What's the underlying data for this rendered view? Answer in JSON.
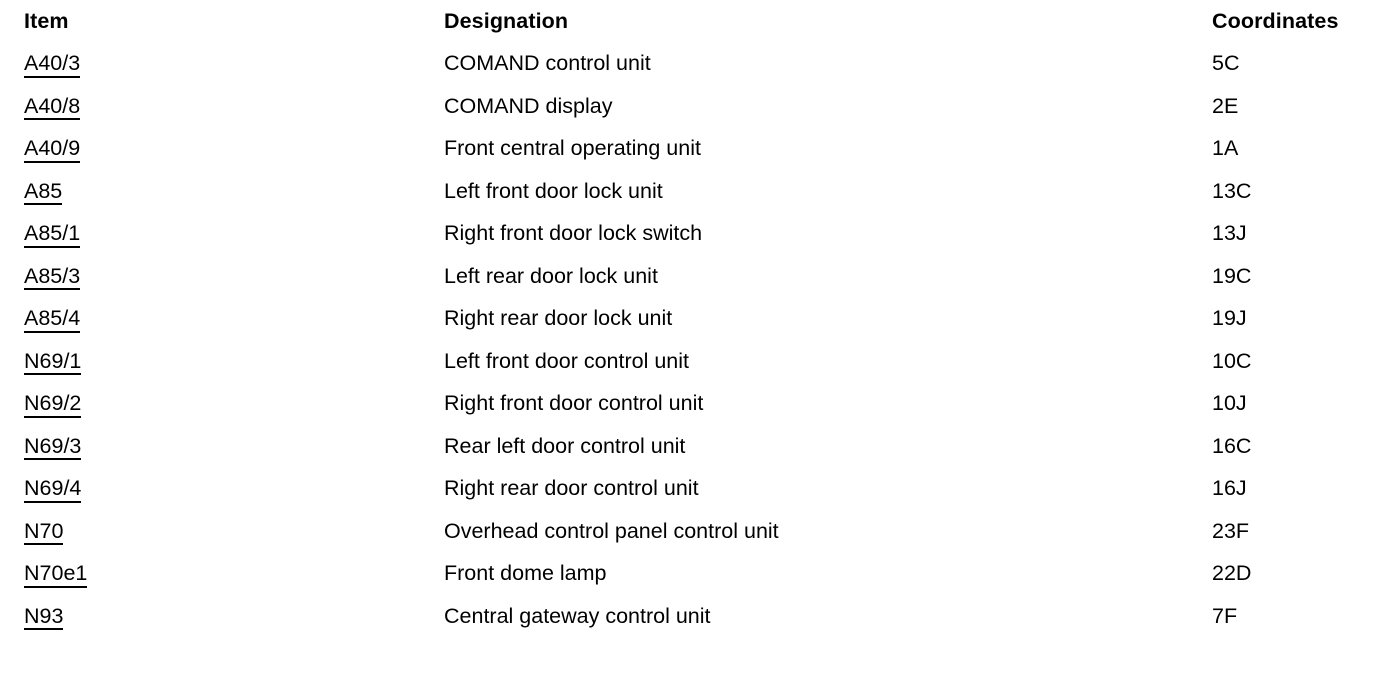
{
  "table": {
    "columns": [
      {
        "key": "item",
        "header": "Item"
      },
      {
        "key": "designation",
        "header": "Designation"
      },
      {
        "key": "coordinates",
        "header": "Coordinates"
      }
    ],
    "headers": {
      "item": "Item",
      "designation": "Designation",
      "coordinates": "Coordinates"
    },
    "rows": [
      {
        "item": "A40/3",
        "designation": "COMAND control unit",
        "coordinates": "5C"
      },
      {
        "item": "A40/8",
        "designation": "COMAND display",
        "coordinates": "2E"
      },
      {
        "item": "A40/9",
        "designation": "Front central operating unit",
        "coordinates": "1A"
      },
      {
        "item": "A85",
        "designation": "Left front door lock unit",
        "coordinates": "13C"
      },
      {
        "item": "A85/1",
        "designation": "Right front door lock switch",
        "coordinates": "13J"
      },
      {
        "item": "A85/3",
        "designation": "Left rear door lock unit",
        "coordinates": "19C"
      },
      {
        "item": "A85/4",
        "designation": "Right rear door lock unit",
        "coordinates": "19J"
      },
      {
        "item": "N69/1",
        "designation": "Left front door control unit",
        "coordinates": "10C"
      },
      {
        "item": "N69/2",
        "designation": "Right front door control unit",
        "coordinates": "10J"
      },
      {
        "item": "N69/3",
        "designation": "Rear left door control unit",
        "coordinates": "16C"
      },
      {
        "item": "N69/4",
        "designation": "Right rear door control unit",
        "coordinates": "16J"
      },
      {
        "item": "N70",
        "designation": "Overhead control panel control unit",
        "coordinates": "23F"
      },
      {
        "item": "N70e1",
        "designation": "Front dome lamp",
        "coordinates": "22D"
      },
      {
        "item": "N93",
        "designation": "Central gateway control unit",
        "coordinates": "7F"
      }
    ]
  },
  "colors": {
    "background": "#ffffff",
    "text": "#000000",
    "link_underline": "#000000"
  }
}
